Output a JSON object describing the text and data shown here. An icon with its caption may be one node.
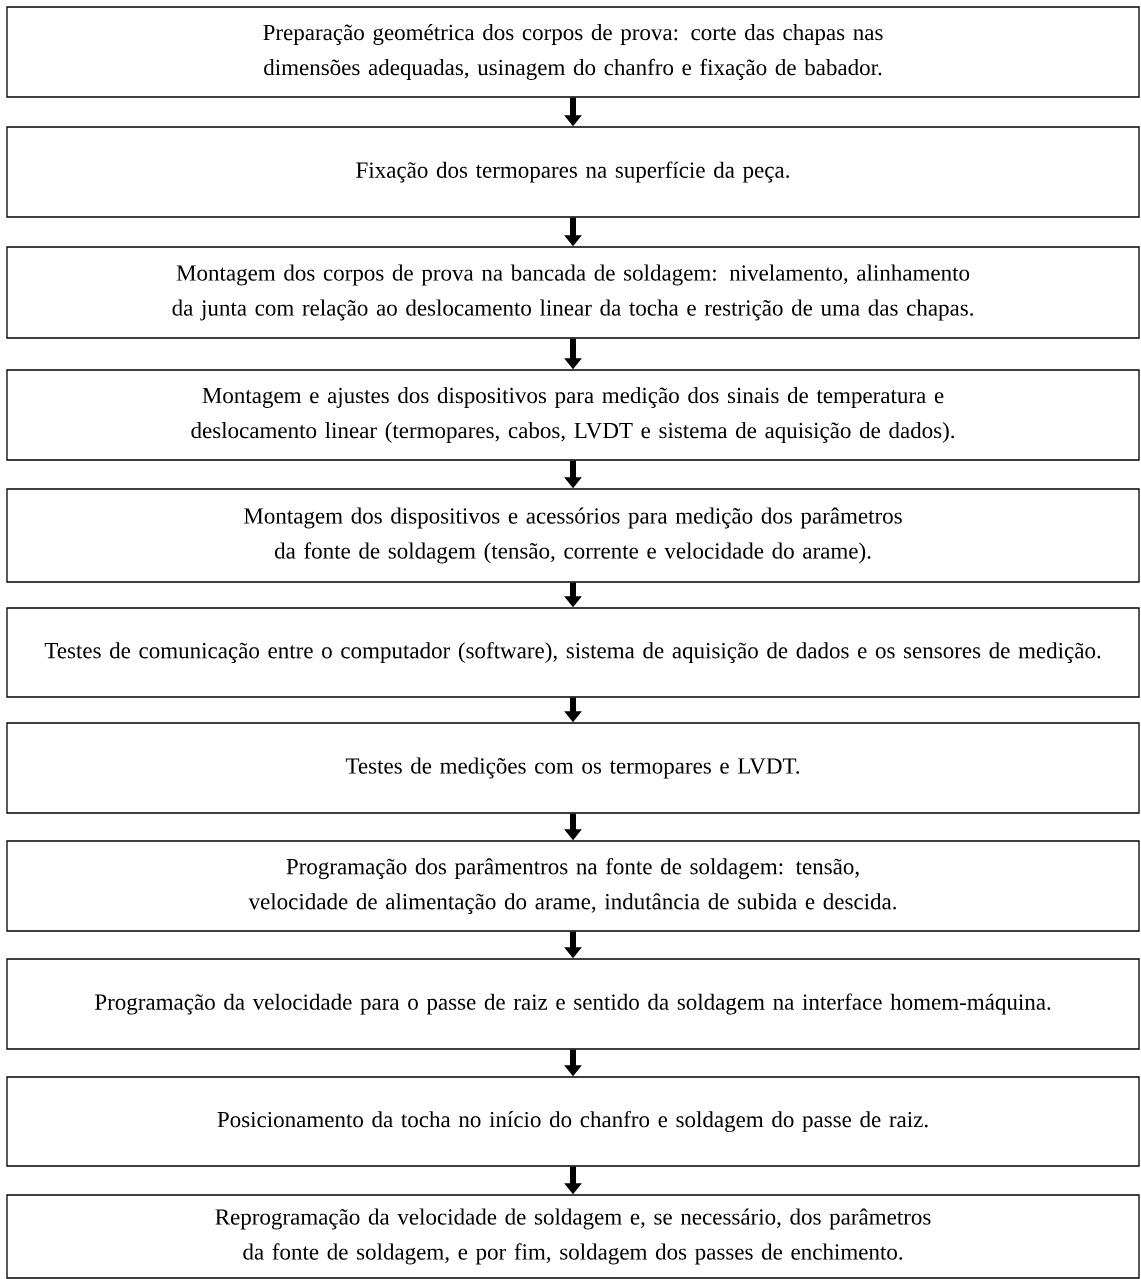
{
  "diagram": {
    "nodes": [
      {
        "text": [
          "Preparação geométrica dos corpos de prova: corte das chapas nas dimensões adequadas, usinagem do chanfro e fixação de babador."
        ]
      },
      {
        "text": [
          "Fixação dos termopares na superfície da peça."
        ]
      },
      {
        "text": [
          "Montagem dos corpos de prova na bancada de soldagem: nivelamento, alinhamento da junta com relação ao deslocamento linear da tocha e restrição de uma das chapas."
        ]
      },
      {
        "text": [
          "Montagem e ajustes dos dispositivos para medição dos sinais de temperatura e deslocamento linear (termopares, cabos, LVDT e sistema de aquisição de dados)."
        ]
      },
      {
        "text": [
          "Montagem dos dispositivos e acessórios para medição dos parâmetros da fonte de soldagem (tensão, corrente e velocidade do arame)."
        ]
      },
      {
        "text": [
          "Testes de comunicação entre o computador (software), sistema de aquisição de dados e os sensores de medição."
        ]
      },
      {
        "text": [
          "Testes de medições com os termopares e LVDT."
        ]
      },
      {
        "text": [
          "Programação dos parâmentros na fonte de soldagem: tensão, velocidade de alimentação do arame, indutância de subida e descida."
        ]
      },
      {
        "text": [
          "Programação da velocidade para o passe de raiz e sentido da soldagem na interface homem-máquina."
        ]
      },
      {
        "text": [
          "Posicionamento da tocha no início do chanfro e soldagem do passe de raiz."
        ]
      },
      {
        "text": [
          "Reprogramação da velocidade de soldagem e, se necessário, dos parâmetros da fonte de soldagem, e por fim, soldagem dos passes de enchimento."
        ]
      }
    ],
    "edges": [
      {
        "from": 0,
        "to": 1,
        "arrow": "to"
      },
      {
        "from": 1,
        "to": 2,
        "arrow": "to"
      },
      {
        "from": 2,
        "to": 3,
        "arrow": "to"
      },
      {
        "from": 3,
        "to": 4,
        "arrow": "to"
      },
      {
        "from": 4,
        "to": 5,
        "arrow": "to"
      },
      {
        "from": 5,
        "to": 6,
        "arrow": "to"
      },
      {
        "from": 6,
        "to": 7,
        "arrow": "to"
      },
      {
        "from": 7,
        "to": 8,
        "arrow": "to"
      },
      {
        "from": 8,
        "to": 9,
        "arrow": "to"
      },
      {
        "from": 9,
        "to": 10,
        "arrow": "to"
      }
    ]
  }
}
